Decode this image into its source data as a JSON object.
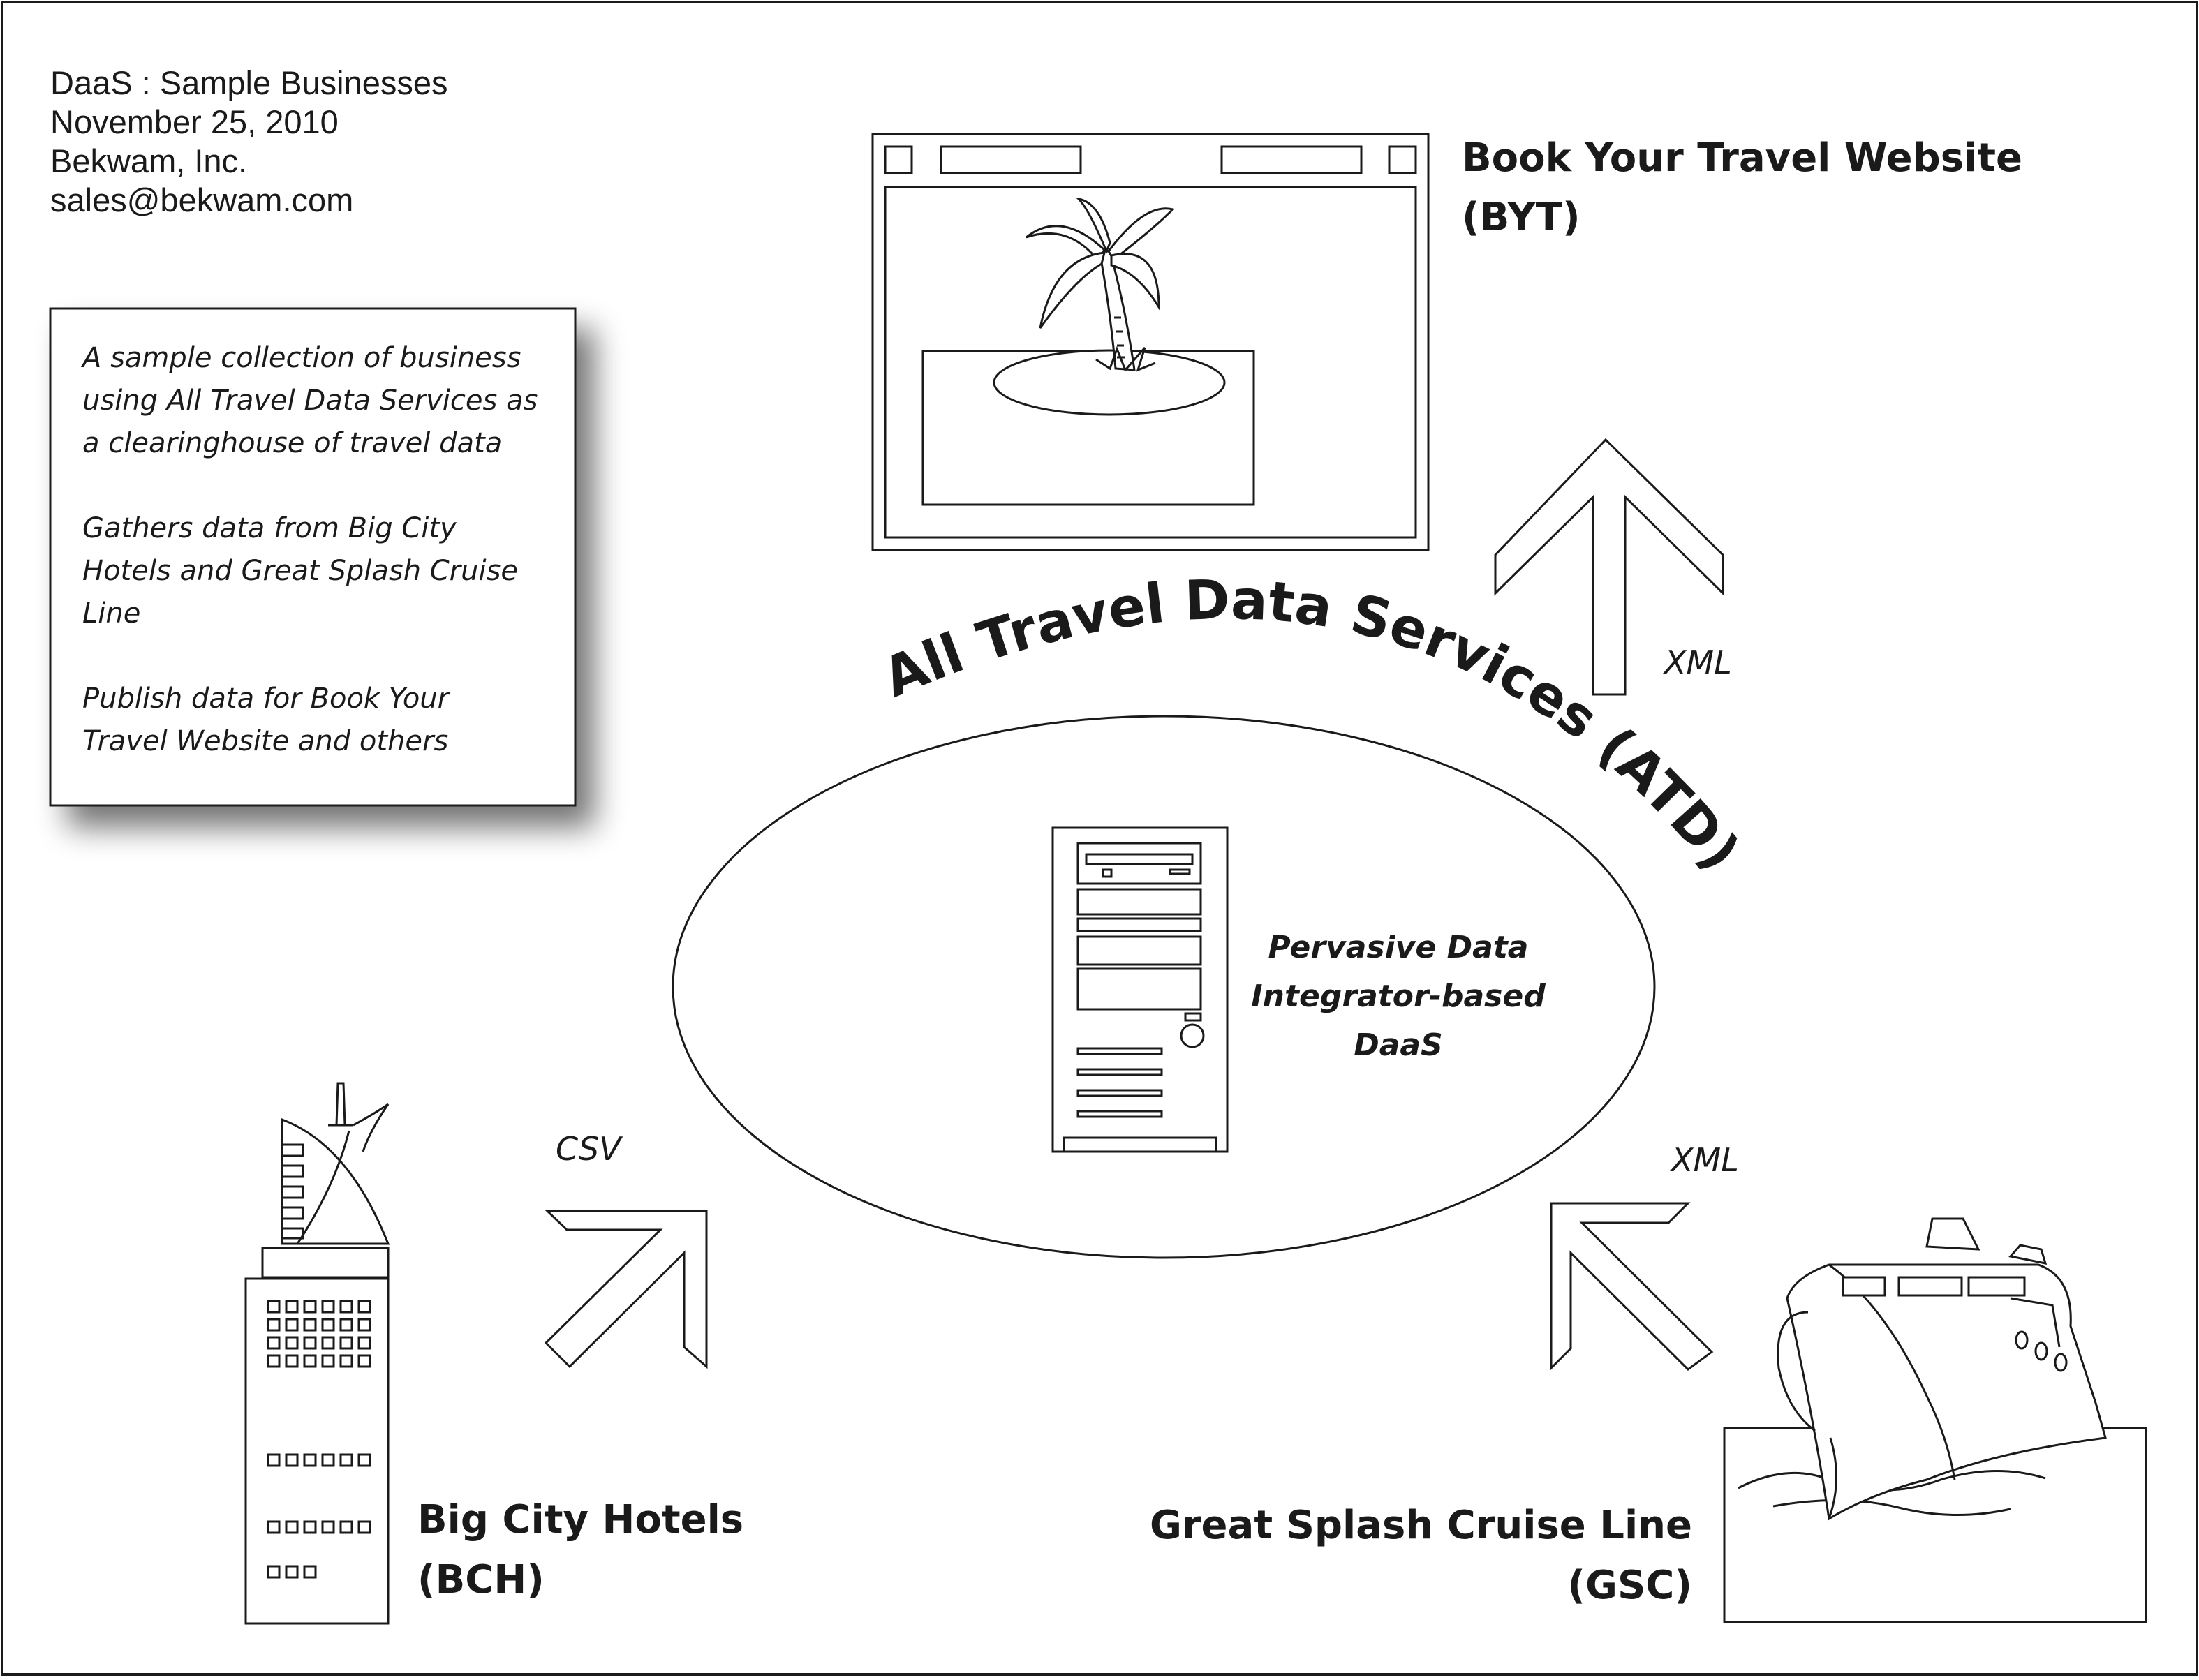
{
  "header": {
    "line1": "DaaS : Sample Businesses",
    "line2": "November 25, 2010",
    "line3": "Bekwam, Inc.",
    "line4": "sales@bekwam.com"
  },
  "note": {
    "lines": [
      "A sample collection of business",
      "using All Travel Data Services as",
      "a clearinghouse of travel data",
      "",
      "Gathers data from Big City",
      "Hotels and Great Splash Cruise",
      "Line",
      "",
      "Publish data for Book Your",
      "Travel Website and others"
    ]
  },
  "hub": {
    "title": "All Travel Data Services (ATD)",
    "core_lines": [
      "Pervasive Data",
      "Integrator-based",
      "DaaS"
    ]
  },
  "byt": {
    "name": "Book Your Travel Website",
    "abbr": "(BYT)",
    "format": "XML"
  },
  "bch": {
    "name": "Big City Hotels",
    "abbr": "(BCH)",
    "format": "CSV"
  },
  "gsc": {
    "name": "Great Splash Cruise Line",
    "abbr": "(GSC)",
    "format": "XML"
  },
  "icons": [
    "browser-window-icon",
    "palm-island-icon",
    "server-tower-icon",
    "hotel-building-icon",
    "cruise-ship-icon",
    "arrow-up-icon",
    "arrow-diagonal-icon"
  ]
}
